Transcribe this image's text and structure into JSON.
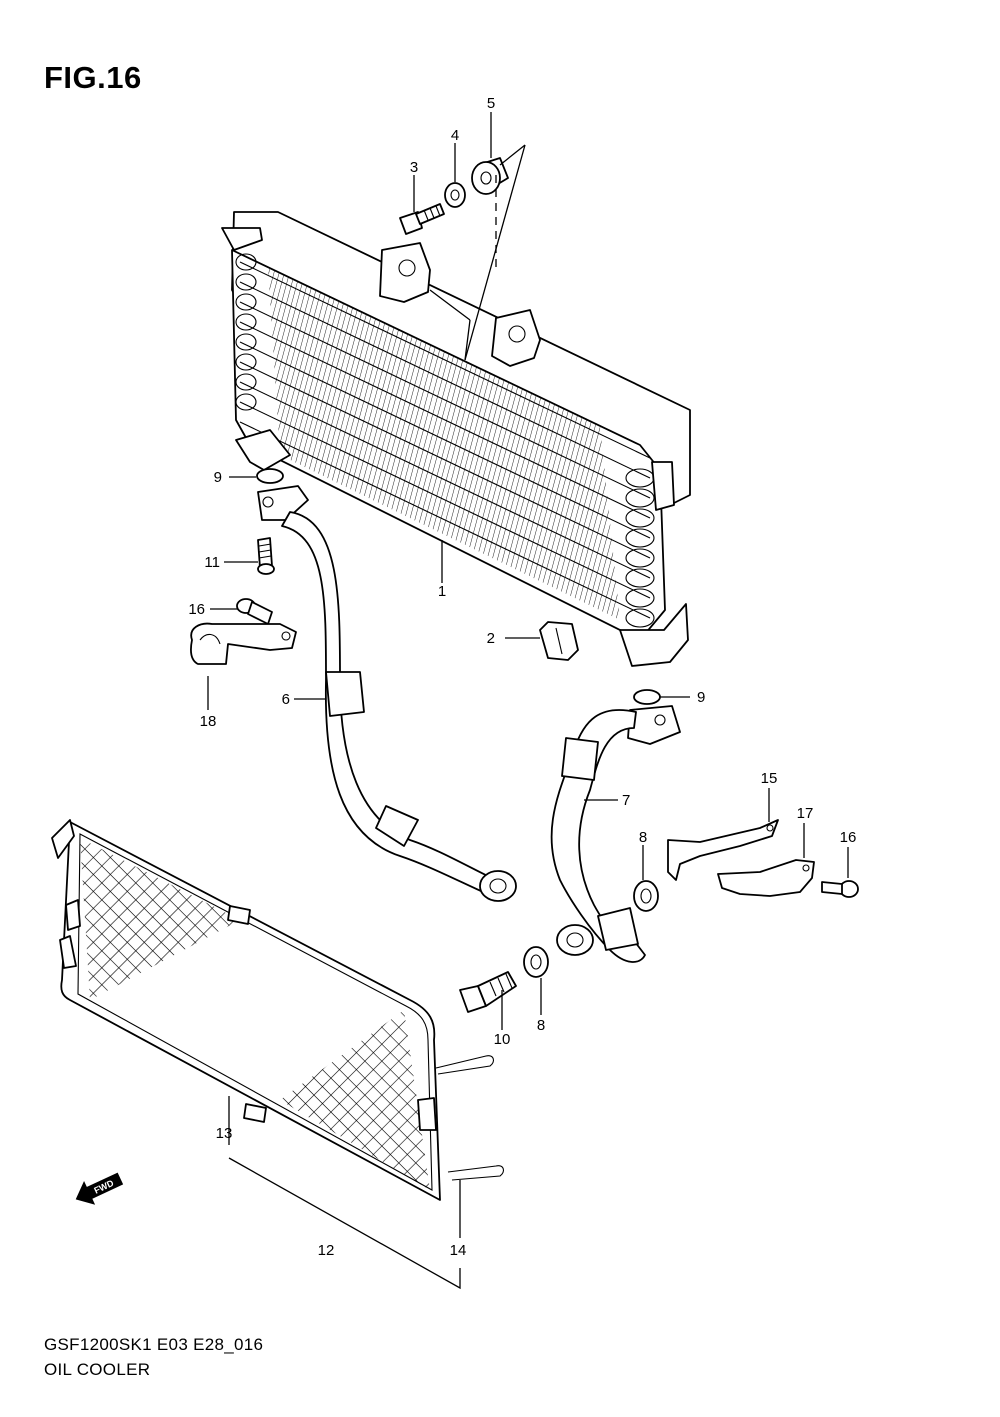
{
  "figure": {
    "title": "FIG.16",
    "model_code": "GSF1200SK1 E03 E28_016",
    "name": "OIL COOLER"
  },
  "callouts": [
    {
      "id": "c1",
      "number": "1"
    },
    {
      "id": "c2",
      "number": "2"
    },
    {
      "id": "c3",
      "number": "3"
    },
    {
      "id": "c4",
      "number": "4"
    },
    {
      "id": "c5",
      "number": "5"
    },
    {
      "id": "c6",
      "number": "6"
    },
    {
      "id": "c7",
      "number": "7"
    },
    {
      "id": "c8a",
      "number": "8"
    },
    {
      "id": "c8b",
      "number": "8"
    },
    {
      "id": "c9a",
      "number": "9"
    },
    {
      "id": "c9b",
      "number": "9"
    },
    {
      "id": "c10",
      "number": "10"
    },
    {
      "id": "c11",
      "number": "11"
    },
    {
      "id": "c12",
      "number": "12"
    },
    {
      "id": "c13",
      "number": "13"
    },
    {
      "id": "c14",
      "number": "14"
    },
    {
      "id": "c15",
      "number": "15"
    },
    {
      "id": "c16a",
      "number": "16"
    },
    {
      "id": "c16b",
      "number": "16"
    },
    {
      "id": "c17",
      "number": "17"
    },
    {
      "id": "c18",
      "number": "18"
    }
  ],
  "direction_arrow": {
    "label": "FWD",
    "icon": "fwd-arrow-icon"
  }
}
